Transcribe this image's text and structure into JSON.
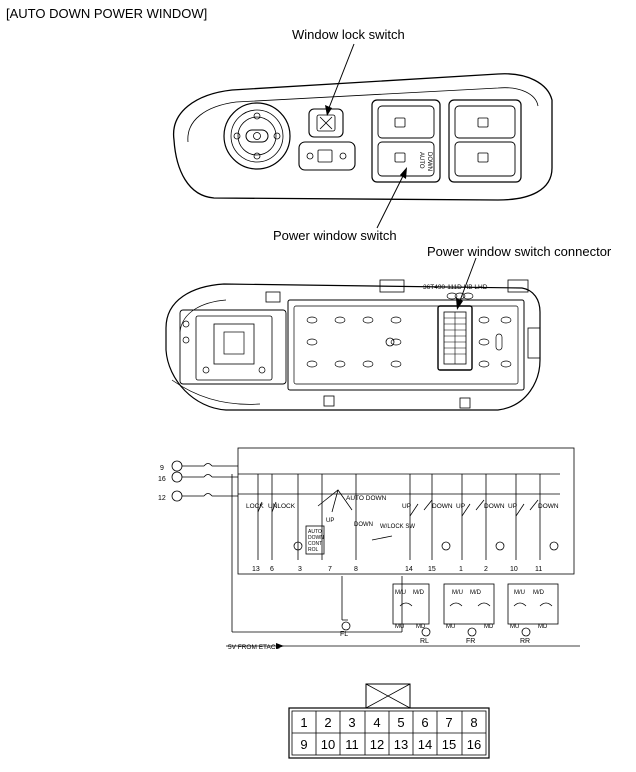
{
  "heading": "[AUTO DOWN POWER WINDOW]",
  "labels": {
    "window_lock_switch": "Window lock switch",
    "power_window_switch": "Power window switch",
    "connector": "Power window switch connector"
  },
  "housing": {
    "part_number": "36T490-111D HB LHD"
  },
  "schematic": {
    "input_pins": [
      "9",
      "16",
      "12"
    ],
    "switch_labels": [
      "LOCK",
      "UNLOCK",
      "AUTO DOWN",
      "UP",
      "DOWN",
      "W/LOCK SW",
      "UP",
      "DOWN",
      "UP",
      "DOWN",
      "UP",
      "DOWN"
    ],
    "control_box": [
      "AUTO",
      "DOWN",
      "CONT",
      "ROL"
    ],
    "bottom_pins": [
      "13",
      "6",
      "3",
      "7",
      "8",
      "14",
      "15",
      "1",
      "2",
      "10",
      "11"
    ],
    "fl": "FL",
    "motor_labels": [
      "M/U",
      "M/D",
      "MU",
      "MD"
    ],
    "motors": [
      "RL",
      "FR",
      "RR"
    ],
    "etacs": "5V FROM ETACS"
  },
  "connector_pins": {
    "row1": [
      "1",
      "2",
      "3",
      "4",
      "5",
      "6",
      "7",
      "8"
    ],
    "row2": [
      "9",
      "10",
      "11",
      "12",
      "13",
      "14",
      "15",
      "16"
    ]
  }
}
